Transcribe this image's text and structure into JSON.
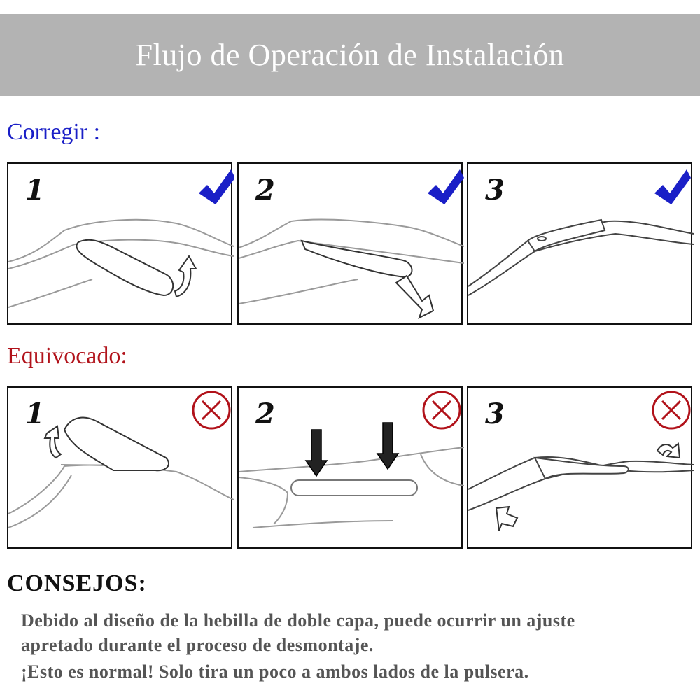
{
  "banner": {
    "title": "Flujo de Operación de Instalación"
  },
  "correct": {
    "label": "Corregir :",
    "panels": [
      {
        "number": "1"
      },
      {
        "number": "2"
      },
      {
        "number": "3"
      }
    ]
  },
  "wrong": {
    "label": "Equivocado:",
    "panels": [
      {
        "number": "1"
      },
      {
        "number": "2"
      },
      {
        "number": "3"
      }
    ]
  },
  "tips": {
    "title": "CONSEJOS:",
    "lines": [
      "Debido al diseño de la hebilla de doble capa, puede ocurrir un ajuste",
      "apretado durante el proceso de desmontaje.",
      "¡Esto es normal! Solo tira un poco a ambos lados de la pulsera."
    ]
  },
  "colors": {
    "banner": "#b3b3b3",
    "correct": "#1a1fc7",
    "wrong": "#b1121a"
  },
  "icons": {
    "correct": "checkmark-icon",
    "wrong": "cross-circle-icon"
  }
}
